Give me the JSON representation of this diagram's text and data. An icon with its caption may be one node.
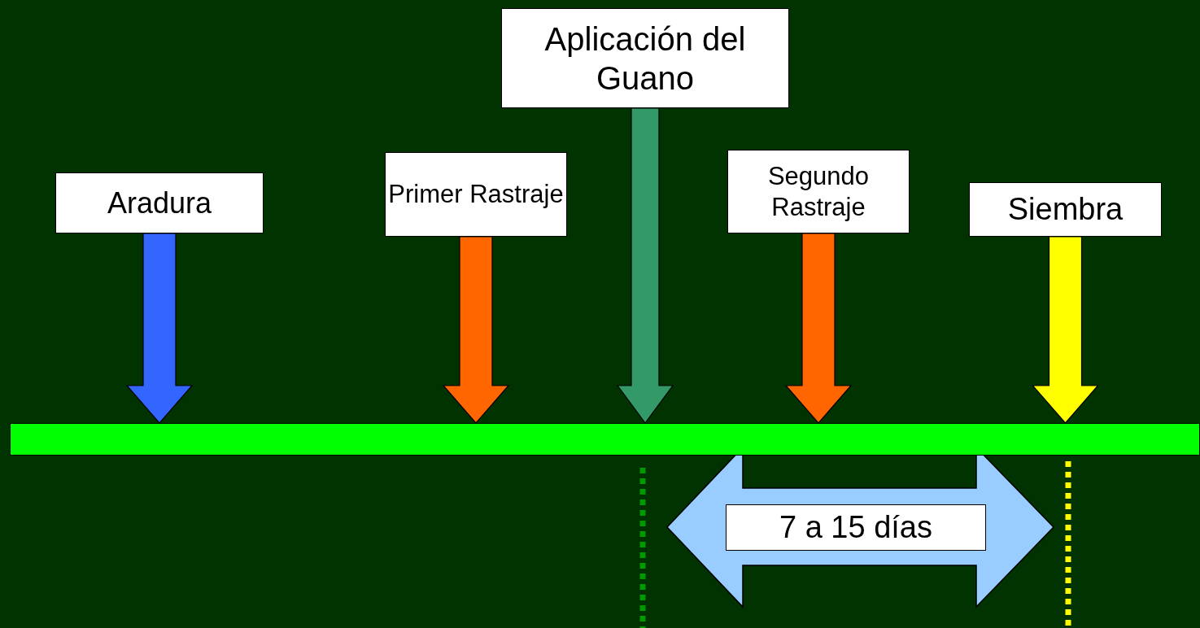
{
  "diagram": {
    "nodes": [
      {
        "text": [
          "Aradura"
        ]
      },
      {
        "text": [
          "Primer Rastraje"
        ]
      },
      {
        "text": [
          "Aplicación del Guano"
        ]
      },
      {
        "text": [
          "Segundo Rastraje"
        ]
      },
      {
        "text": [
          "Siembra"
        ]
      },
      {
        "text": [],
        "shape": "bar"
      },
      {
        "text": [
          "7 a 15 días"
        ]
      }
    ],
    "edges": [
      {
        "from": 0,
        "to": 5,
        "arrow": "to",
        "color": "#3366ff"
      },
      {
        "from": 1,
        "to": 5,
        "arrow": "to",
        "color": "#ff6600"
      },
      {
        "from": 2,
        "to": 5,
        "arrow": "to",
        "color": "#339966"
      },
      {
        "from": 3,
        "to": 5,
        "arrow": "to",
        "color": "#ff6600"
      },
      {
        "from": 4,
        "to": 5,
        "arrow": "to",
        "color": "#ffff00"
      }
    ]
  }
}
